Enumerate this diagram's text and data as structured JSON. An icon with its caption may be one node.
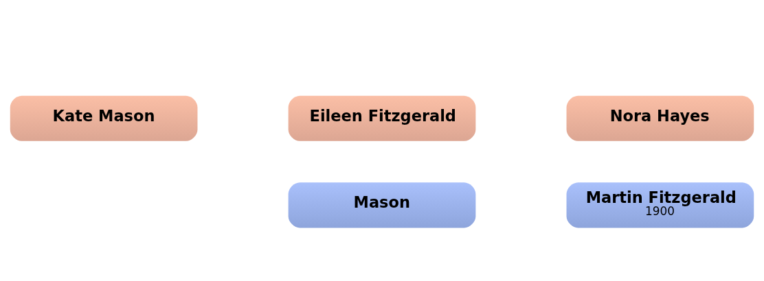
{
  "diagram": {
    "nodes": [
      {
        "text": [
          "Kate Mason"
        ]
      },
      {
        "text": [
          "Mason"
        ]
      },
      {
        "text": [
          "Eileen Fitzgerald"
        ]
      },
      {
        "text": [
          "Martin Fitzgerald",
          "1900"
        ]
      },
      {
        "text": [
          "Nora Hayes"
        ]
      }
    ]
  }
}
